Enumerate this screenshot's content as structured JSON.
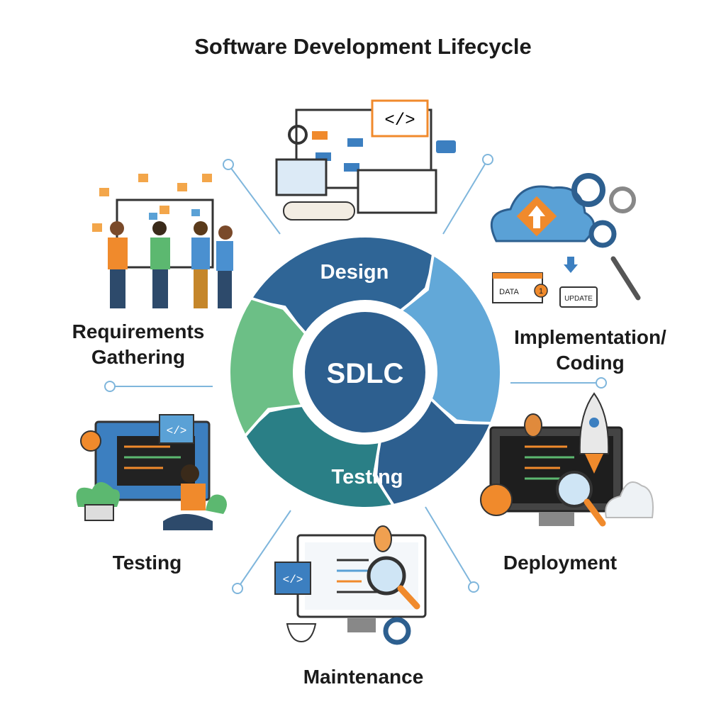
{
  "title": "Software Development Lifecycle",
  "center": {
    "label": "SDLC",
    "color": "#2d5f8f"
  },
  "ring": [
    {
      "label": "Design",
      "color": "#2f6596"
    },
    {
      "label": "",
      "color": "#62a8d8"
    },
    {
      "label": "",
      "color": "#2d5f8f"
    },
    {
      "label": "Testing",
      "color": "#2a7f86"
    },
    {
      "label": "",
      "color": "#6cbf86"
    }
  ],
  "stages": {
    "requirements": "Requirements Gathering",
    "implementation": "Implementation/ Coding",
    "testing": "Testing",
    "deployment": "Deployment",
    "maintenance": "Maintenance"
  },
  "icon_text": {
    "code": "</>",
    "data": "DATA",
    "badge": "1",
    "update": "UPDATE"
  },
  "colors": {
    "orange": "#f08a2c",
    "blue": "#3c7fc0",
    "line": "#7fb6dc"
  }
}
